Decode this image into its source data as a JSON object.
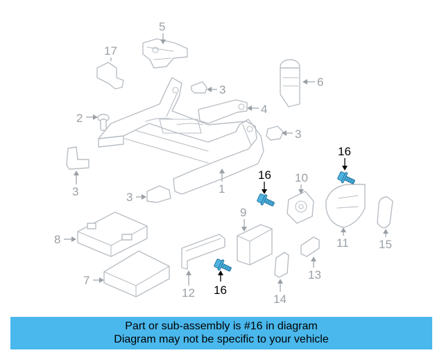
{
  "diagram": {
    "callouts": [
      "1",
      "2",
      "3",
      "3",
      "3",
      "3",
      "4",
      "5",
      "6",
      "7",
      "8",
      "9",
      "10",
      "11",
      "12",
      "13",
      "14",
      "15",
      "17"
    ],
    "highlight_callouts": [
      "16",
      "16",
      "16"
    ],
    "highlight_color": "#4fb3e0"
  },
  "banner": {
    "line1": "Part or sub-assembly is #16 in diagram",
    "line2": "Diagram may not be specific to your vehicle",
    "background": "#4ab8ec"
  }
}
